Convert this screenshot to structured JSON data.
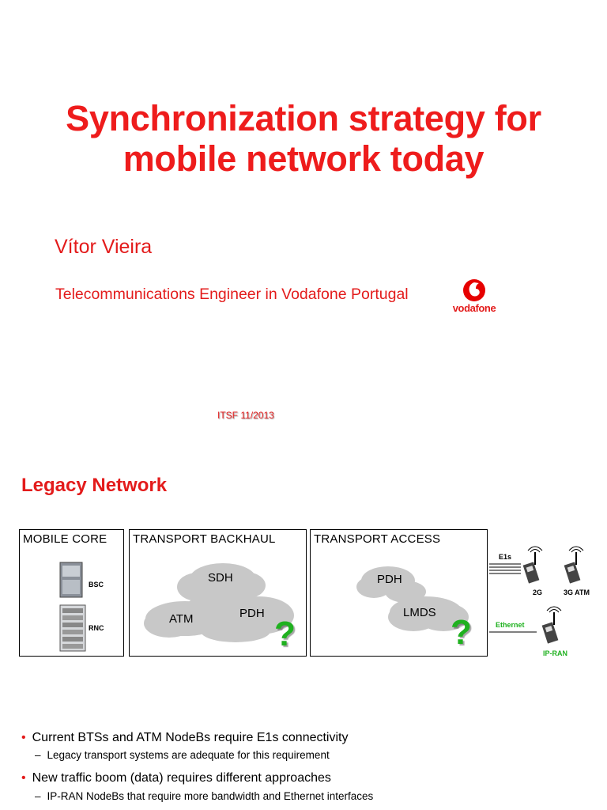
{
  "slide1": {
    "title_line1": "Synchronization strategy for",
    "title_line2": "mobile network today",
    "author": "Vítor Vieira",
    "role": "Telecommunications Engineer in Vodafone Portugal",
    "logo_text": "vodafone",
    "event": "ITSF 11/2013"
  },
  "slide2": {
    "heading": "Legacy Network",
    "boxes": {
      "mobile_core": "MOBILE CORE",
      "transport_backhaul": "TRANSPORT BACKHAUL",
      "transport_access": "TRANSPORT ACCESS"
    },
    "core_items": {
      "bsc": "BSC",
      "rnc": "RNC"
    },
    "backhaul_clouds": {
      "sdh": "SDH",
      "atm": "ATM",
      "pdh": "PDH"
    },
    "access_clouds": {
      "pdh": "PDH",
      "lmds": "LMDS"
    },
    "question_mark": "?",
    "links": {
      "e1s": "E1s",
      "ethernet": "Ethernet"
    },
    "sites": {
      "g2": "2G",
      "g3": "3G ATM",
      "ipran": "IP-RAN"
    },
    "bullets": [
      {
        "text": "Current BTSs and ATM NodeBs require E1s connectivity",
        "sub": "Legacy transport systems are adequate for this requirement"
      },
      {
        "text": "New traffic boom (data) requires different approaches",
        "sub": "IP-RAN NodeBs that require more bandwidth and Ethernet interfaces"
      }
    ],
    "colors": {
      "accent": "#e31b1b",
      "ethernet": "#1fb11f",
      "cloud": "#c8c8c8"
    }
  }
}
